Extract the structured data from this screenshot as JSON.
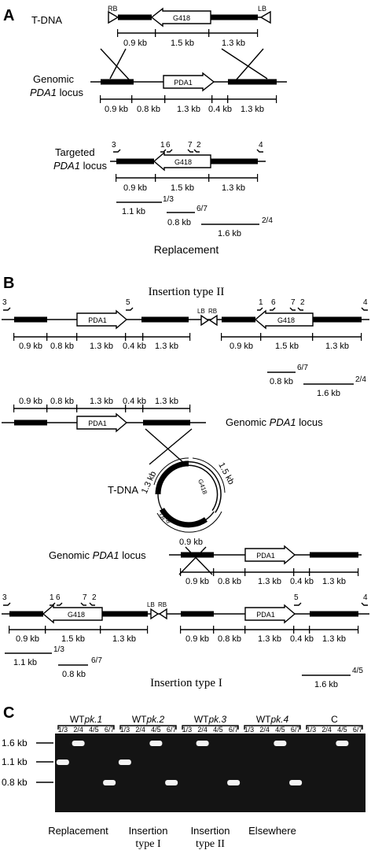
{
  "panels": {
    "a": "A",
    "b": "B",
    "c": "C"
  },
  "labels": {
    "tdna": "T-DNA",
    "rb": "RB",
    "lb": "LB",
    "g418": "G418",
    "pda1": "PDA1",
    "genomic_prefix": "Genomic",
    "pda1_italic": "PDA1",
    "locus": "locus",
    "targeted": "Targeted",
    "genomic_locus_prefix": "Genomic",
    "replacement": "Replacement",
    "insertion_type_2": "Insertion type II",
    "insertion_type_1": "Insertion type I"
  },
  "sizes": {
    "s09": "0.9 kb",
    "s08": "0.8 kb",
    "s13": "1.3 kb",
    "s15": "1.5 kb",
    "s04": "0.4 kb",
    "s11": "1.1 kb",
    "s16": "1.6 kb"
  },
  "primers": {
    "p1": "1",
    "p2": "2",
    "p3": "3",
    "p4": "4",
    "p5": "5",
    "p6": "6",
    "p7": "7"
  },
  "pairs": {
    "pr13": "1/3",
    "pr24": "2/4",
    "pr67": "6/7",
    "pr45": "4/5"
  },
  "gel": {
    "groups": [
      {
        "name": "WT",
        "suffix": "pk.1"
      },
      {
        "name": "WT",
        "suffix": "pk.2"
      },
      {
        "name": "WT",
        "suffix": "pk.3"
      },
      {
        "name": "WT",
        "suffix": "pk.4"
      },
      {
        "name": "C",
        "suffix": ""
      }
    ],
    "lanes": [
      "1/3",
      "2/4",
      "4/5",
      "6/7"
    ],
    "markers": [
      "1.6 kb",
      "1.1 kb",
      "0.8 kb"
    ],
    "bands": [
      {
        "group": 1,
        "lane": "1/3",
        "size": "1.1 kb"
      },
      {
        "group": 1,
        "lane": "2/4",
        "size": "1.6 kb"
      },
      {
        "group": 1,
        "lane": "6/7",
        "size": "0.8 kb"
      },
      {
        "group": 2,
        "lane": "1/3",
        "size": "1.1 kb"
      },
      {
        "group": 2,
        "lane": "4/5",
        "size": "1.6 kb"
      },
      {
        "group": 2,
        "lane": "6/7",
        "size": "0.8 kb"
      },
      {
        "group": 3,
        "lane": "2/4",
        "size": "1.6 kb"
      },
      {
        "group": 3,
        "lane": "6/7",
        "size": "0.8 kb"
      },
      {
        "group": 4,
        "lane": "4/5",
        "size": "1.6 kb"
      },
      {
        "group": 4,
        "lane": "6/7",
        "size": "0.8 kb"
      },
      {
        "group": 5,
        "lane": "4/5",
        "size": "1.6 kb"
      }
    ],
    "captions": [
      {
        "line1": "Replacement",
        "line2": ""
      },
      {
        "line1": "Insertion",
        "line2": "type I"
      },
      {
        "line1": "Insertion",
        "line2": "type II"
      },
      {
        "line1": "Elsewhere",
        "line2": ""
      }
    ]
  }
}
